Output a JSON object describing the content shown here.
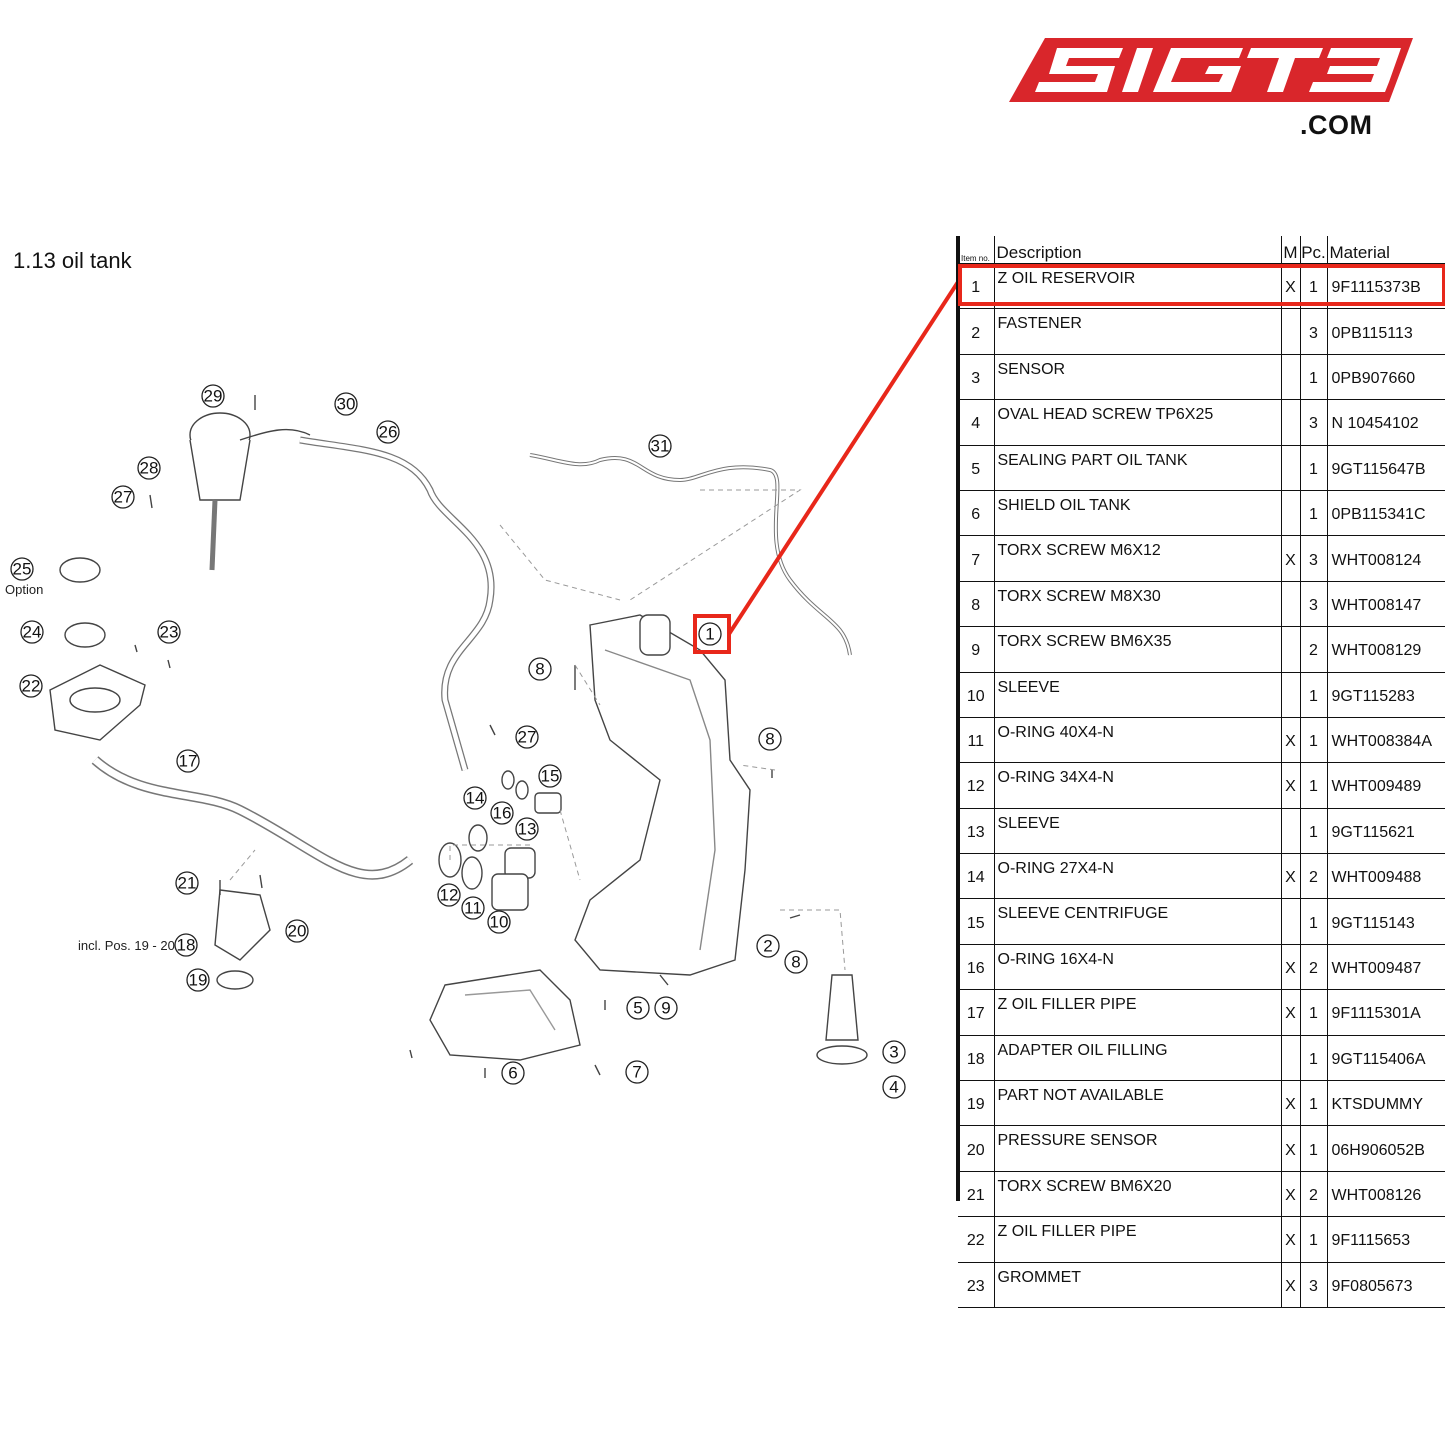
{
  "logo": {
    "brand_mark": "5IGT3",
    "dotcom": ".COM",
    "color": "#d9262b"
  },
  "section": {
    "title": "1.13  oil tank"
  },
  "diagram": {
    "callouts": [
      "29",
      "30",
      "26",
      "31",
      "28",
      "27",
      "25",
      "24",
      "23",
      "22",
      "17",
      "14",
      "16",
      "15",
      "13",
      "12",
      "11",
      "10",
      "21",
      "20",
      "18",
      "19",
      "8",
      "27",
      "1",
      "8",
      "2",
      "8",
      "5",
      "9",
      "6",
      "7",
      "3",
      "4"
    ],
    "option_label": "Option",
    "incl_label": "incl. Pos. 19 - 20",
    "highlight_color": "#e8271a"
  },
  "table": {
    "headers": {
      "item": "Item no.",
      "description": "Description",
      "m": "M",
      "pc": "Pc.",
      "material": "Material"
    },
    "highlighted_item": "1",
    "rows": [
      {
        "item": "1",
        "description": "Z OIL RESERVOIR",
        "m": "X",
        "pc": "1",
        "material": "9F1115373B"
      },
      {
        "item": "2",
        "description": "FASTENER",
        "m": "",
        "pc": "3",
        "material": "0PB115113"
      },
      {
        "item": "3",
        "description": "SENSOR",
        "m": "",
        "pc": "1",
        "material": "0PB907660"
      },
      {
        "item": "4",
        "description": "OVAL HEAD SCREW TP6X25",
        "m": "",
        "pc": "3",
        "material": "N 10454102"
      },
      {
        "item": "5",
        "description": "SEALING PART OIL TANK",
        "m": "",
        "pc": "1",
        "material": "9GT115647B"
      },
      {
        "item": "6",
        "description": "SHIELD OIL TANK",
        "m": "",
        "pc": "1",
        "material": "0PB115341C"
      },
      {
        "item": "7",
        "description": "TORX SCREW M6X12",
        "m": "X",
        "pc": "3",
        "material": "WHT008124"
      },
      {
        "item": "8",
        "description": "TORX SCREW M8X30",
        "m": "",
        "pc": "3",
        "material": "WHT008147"
      },
      {
        "item": "9",
        "description": "TORX SCREW BM6X35",
        "m": "",
        "pc": "2",
        "material": "WHT008129"
      },
      {
        "item": "10",
        "description": "SLEEVE",
        "m": "",
        "pc": "1",
        "material": "9GT115283"
      },
      {
        "item": "11",
        "description": "O-RING 40X4-N",
        "m": "X",
        "pc": "1",
        "material": "WHT008384A"
      },
      {
        "item": "12",
        "description": "O-RING 34X4-N",
        "m": "X",
        "pc": "1",
        "material": "WHT009489"
      },
      {
        "item": "13",
        "description": "SLEEVE",
        "m": "",
        "pc": "1",
        "material": "9GT115621"
      },
      {
        "item": "14",
        "description": "O-RING 27X4-N",
        "m": "X",
        "pc": "2",
        "material": "WHT009488"
      },
      {
        "item": "15",
        "description": "SLEEVE CENTRIFUGE",
        "m": "",
        "pc": "1",
        "material": "9GT115143"
      },
      {
        "item": "16",
        "description": "O-RING 16X4-N",
        "m": "X",
        "pc": "2",
        "material": "WHT009487"
      },
      {
        "item": "17",
        "description": "Z OIL FILLER PIPE",
        "m": "X",
        "pc": "1",
        "material": "9F1115301A"
      },
      {
        "item": "18",
        "description": "ADAPTER OIL FILLING",
        "m": "",
        "pc": "1",
        "material": "9GT115406A"
      },
      {
        "item": "19",
        "description": "PART NOT AVAILABLE",
        "m": "X",
        "pc": "1",
        "material": "KTSDUMMY"
      },
      {
        "item": "20",
        "description": "PRESSURE SENSOR",
        "m": "X",
        "pc": "1",
        "material": "06H906052B"
      },
      {
        "item": "21",
        "description": "TORX SCREW BM6X20",
        "m": "X",
        "pc": "2",
        "material": "WHT008126"
      },
      {
        "item": "22",
        "description": "Z OIL FILLER PIPE",
        "m": "X",
        "pc": "1",
        "material": "9F1115653"
      },
      {
        "item": "23",
        "description": "GROMMET",
        "m": "X",
        "pc": "3",
        "material": "9F0805673"
      }
    ]
  }
}
